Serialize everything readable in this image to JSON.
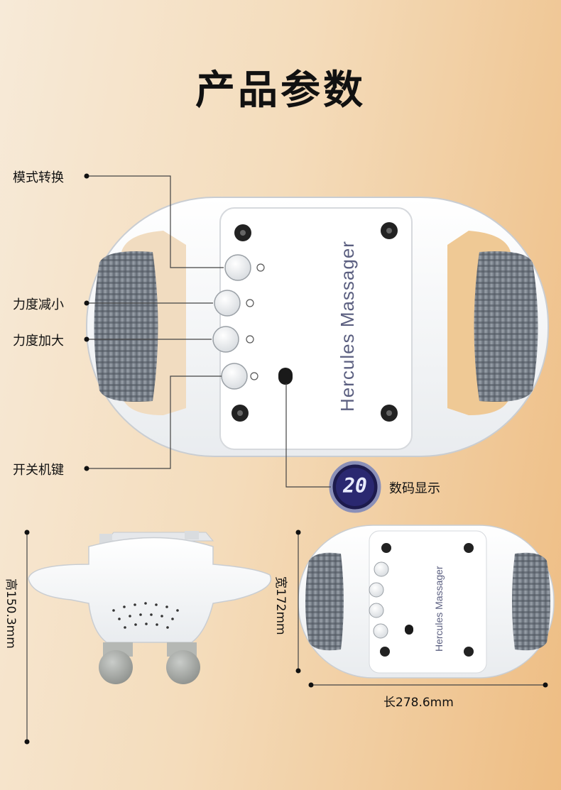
{
  "title": "产品参数",
  "labels": {
    "mode": "模式转换",
    "decrease": "力度减小",
    "increase": "力度加大",
    "power": "开关机键",
    "display": "数码显示"
  },
  "device": {
    "brand_text": "Hercules Massager",
    "display_value": "20"
  },
  "dimensions": {
    "height": "高150.3mm",
    "width": "宽172mm",
    "length": "长278.6mm"
  }
}
